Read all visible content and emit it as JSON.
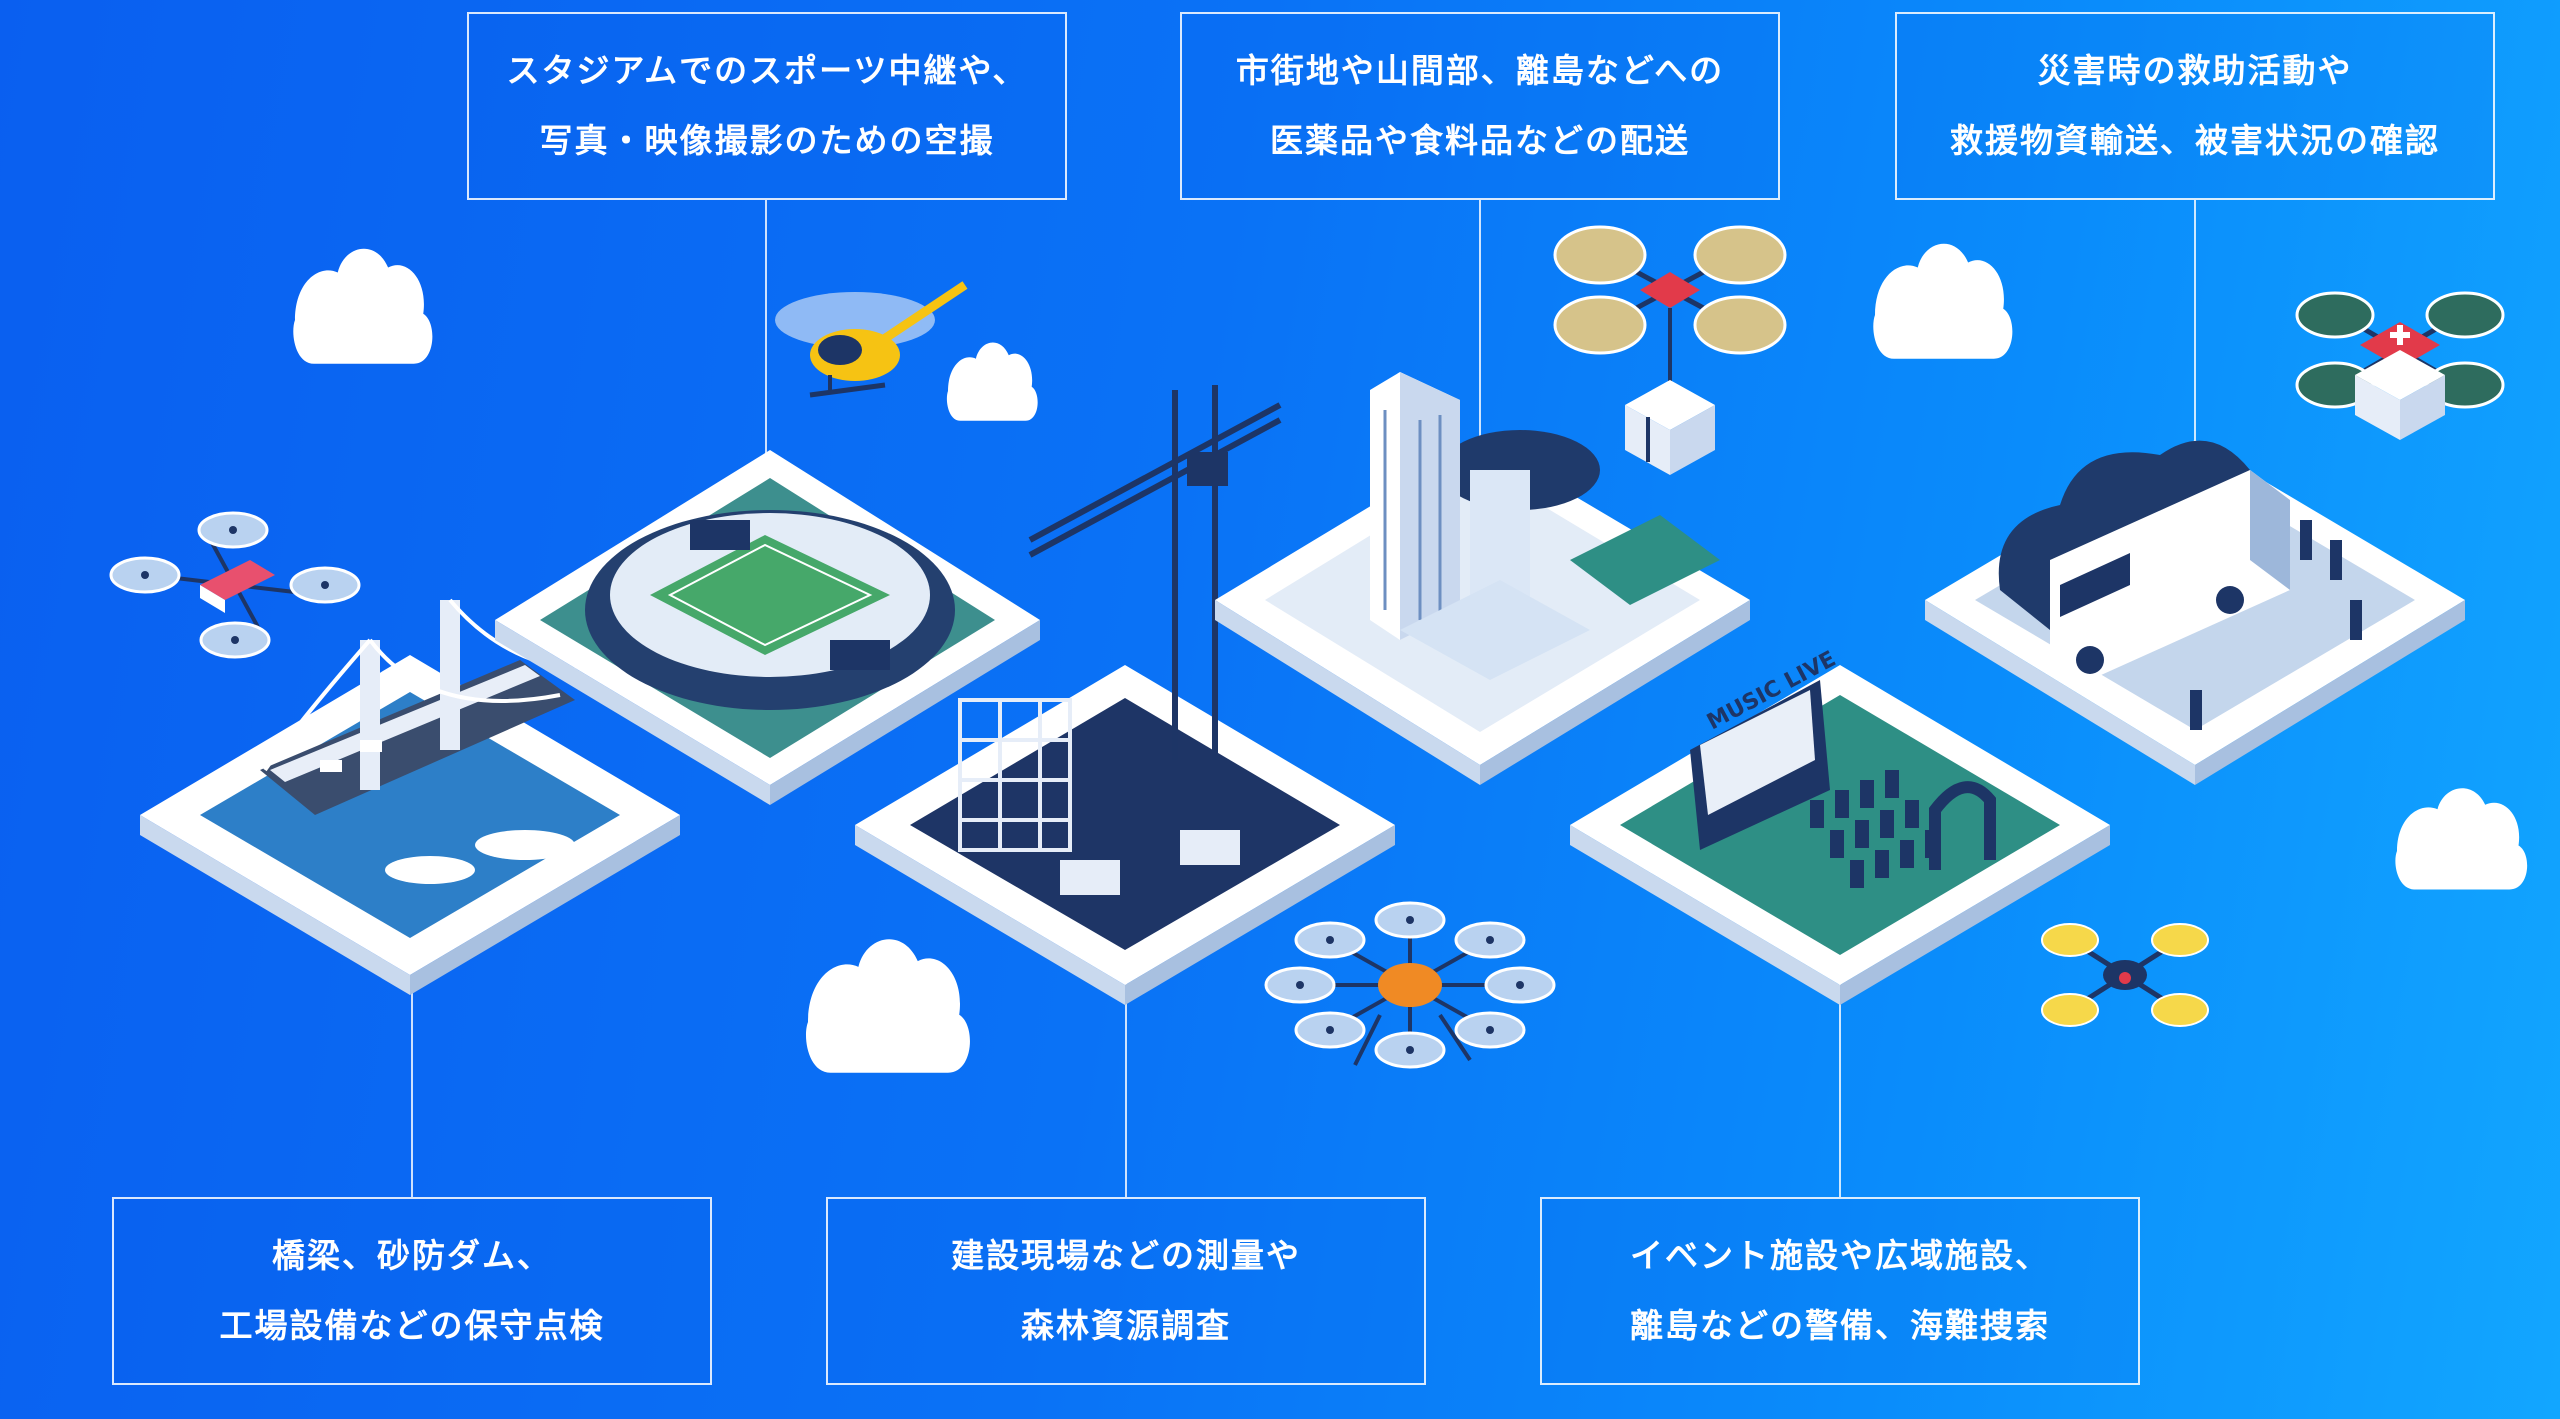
{
  "captions": {
    "aerial_photo": {
      "line1": "スタジアムでのスポーツ中継や、",
      "line2": "写真・映像撮影のための空撮"
    },
    "delivery": {
      "line1": "市街地や山間部、離島などへの",
      "line2": "医薬品や食料品などの配送"
    },
    "disaster": {
      "line1": "災害時の救助活動や",
      "line2": "救援物資輸送、被害状況の確認"
    },
    "inspection": {
      "line1": "橋梁、砂防ダム、",
      "line2": "工場設備などの保守点検"
    },
    "survey": {
      "line1": "建設現場などの測量や",
      "line2": "森林資源調査"
    },
    "security": {
      "line1": "イベント施設や広域施設、",
      "line2": "離島などの警備、海難捜索"
    }
  },
  "illustration_labels": {
    "stage_sign": "MUSIC LIVE"
  },
  "colors": {
    "background_start": "#0a5ff0",
    "background_end": "#12a6ff",
    "tile_top": "#ffffff",
    "tile_inner": "#dfeaf6",
    "navy": "#1d3566",
    "teal": "#2f9c8e",
    "drone_accent": "#e8506e",
    "ambulance_cross": "#e23a4a",
    "helicopter": "#f6c313"
  },
  "icons": [
    "cloud-icon",
    "drone-icon",
    "helicopter-icon",
    "crane-icon",
    "delivery-drone-icon",
    "medical-drone-icon"
  ]
}
